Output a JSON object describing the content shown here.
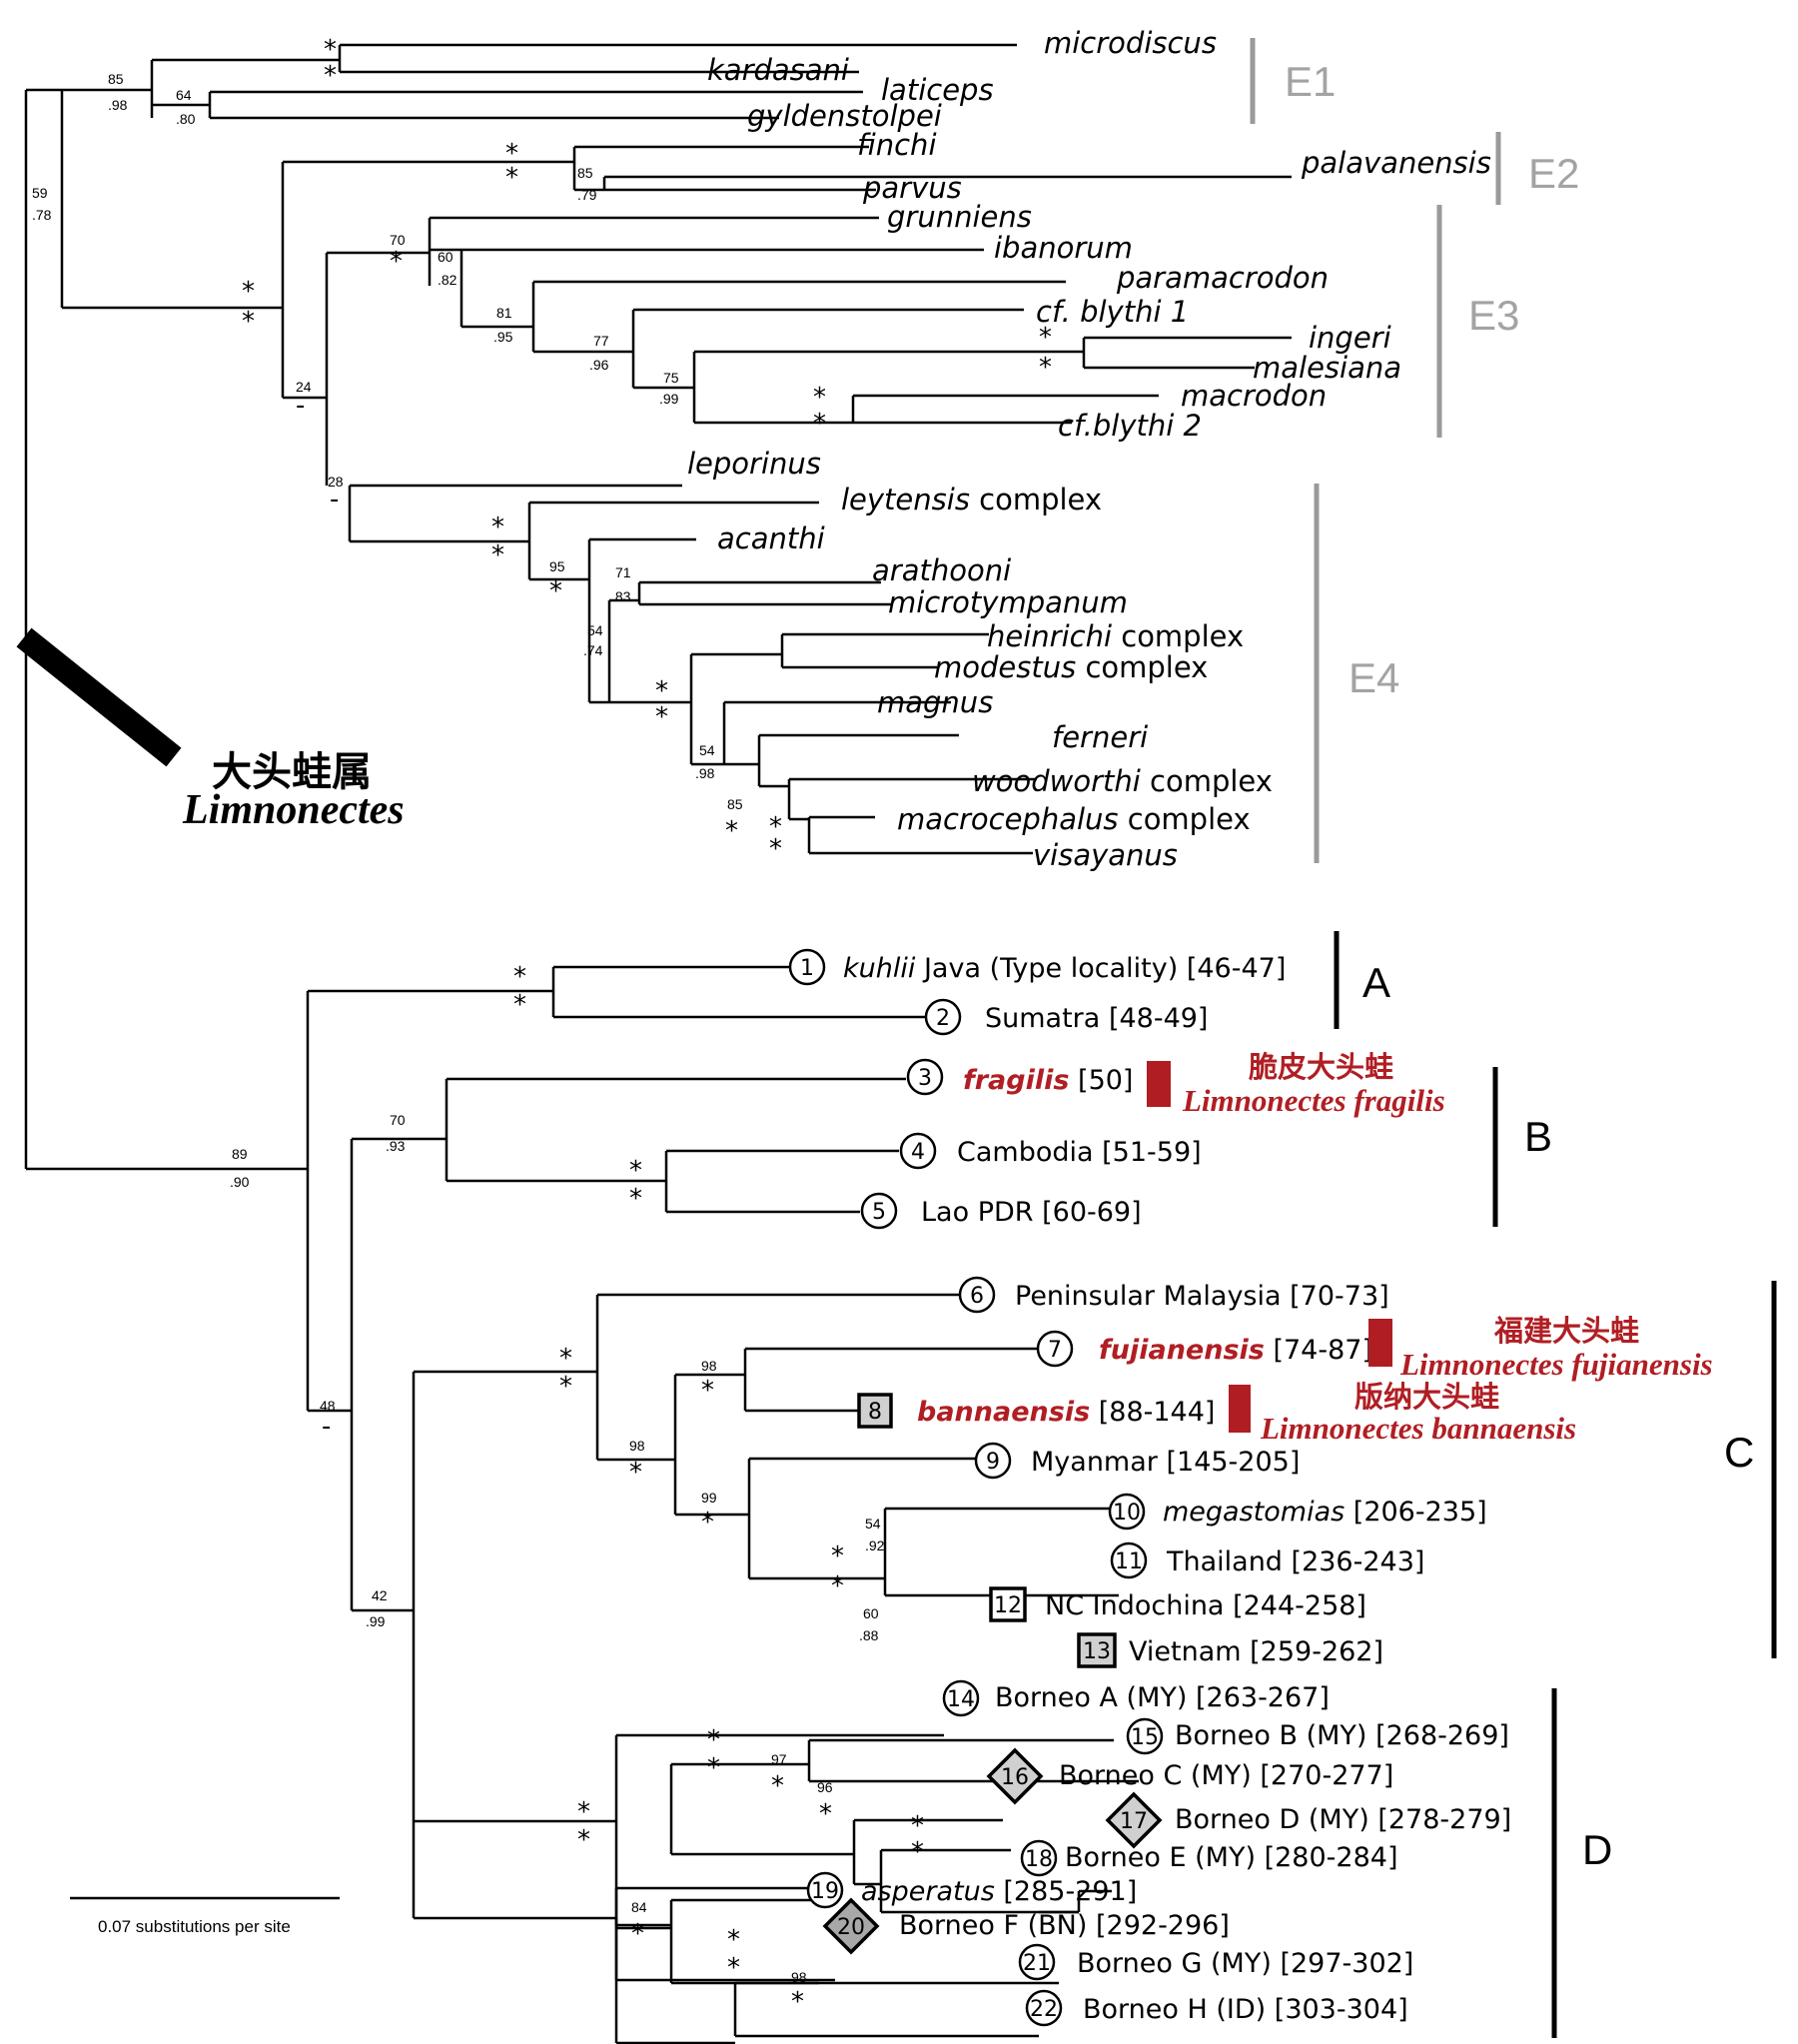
{
  "colors": {
    "line": "#000000",
    "clade_bar": "#9a9a9a",
    "clade_label": "#a3a3a3",
    "highlight": "#b01e23",
    "node_fill": "#d0d0d0"
  },
  "scale_label": "0.07 substitutions per site",
  "genus": {
    "cn": "大头蛙属",
    "latin": "Limnonectes"
  },
  "support": {
    "s85a": "85",
    "s98a": ".98",
    "s64": "64",
    "s80": ".80",
    "s59": "59",
    "s78": ".78",
    "s85b": "85",
    "s79": ".79",
    "s70a": "70",
    "s60a": "60",
    "s82": ".82",
    "s81": "81",
    "s95a": ".95",
    "s77": "77",
    "s96": ".96",
    "s75": "75",
    "s99a": ".99",
    "s24": "24",
    "s28": "28",
    "s95b": "95",
    "s71": "71",
    "s83": ".83",
    "s54a": "54",
    "s74": ".74",
    "s54b": "54",
    "s98b": ".98",
    "s85c": "85",
    "s89": "89",
    "s90": ".90",
    "s70b": "70",
    "s93": ".93",
    "s48": "48",
    "s98c": "98",
    "s98d": "98",
    "s99b": "99",
    "s54c": "54",
    "s92": ".92",
    "s60b": "60",
    "s88": ".88",
    "s42": "42",
    "s99c": ".99",
    "s97": "97",
    "s96b": "96",
    "s84": "84",
    "s98e": "98",
    "dash": "-",
    "star": "*"
  },
  "east_taxa": {
    "microdiscus": "microdiscus",
    "kardasani": "kardasani",
    "laticeps": "laticeps",
    "gyldenstolpei": "gyldenstolpei",
    "finchi": "finchi",
    "palavanensis": "palavanensis",
    "parvus": "parvus",
    "grunniens": "grunniens",
    "ibanorum": "ibanorum",
    "paramacrodon": "paramacrodon",
    "cfblythi1": "cf. blythi 1",
    "ingeri": "ingeri",
    "malesiana": "malesiana",
    "macrodon": "macrodon",
    "cfblythi2": "cf.blythi 2",
    "leporinus": "leporinus",
    "leytensis": "leytensis",
    "acanthi": "acanthi",
    "arathooni": "arathooni",
    "microtympanum": "microtympanum",
    "heinrichi": "heinrichi",
    "modestus": "modestus",
    "magnus": "magnus",
    "ferneri": "ferneri",
    "woodworthi": "woodworthi",
    "macrocephalus": "macrocephalus",
    "visayanus": "visayanus",
    "complex": "complex"
  },
  "clades_east": {
    "E1": "E1",
    "E2": "E2",
    "E3": "E3",
    "E4": "E4"
  },
  "kuhlii": {
    "n1": "1",
    "l1a": "kuhlii",
    "l1b": "Java (Type locality)",
    "r1": "[46-47]",
    "n2": "2",
    "l2": "Sumatra",
    "r2": "[48-49]",
    "n3": "3",
    "l3": "fragilis",
    "r3": "[50]",
    "n4": "4",
    "l4": "Cambodia",
    "r4": "[51-59]",
    "n5": "5",
    "l5": "Lao PDR",
    "r5": "[60-69]",
    "n6": "6",
    "l6": "Peninsular Malaysia",
    "r6": "[70-73]",
    "n7": "7",
    "l7": "fujianensis",
    "r7": "[74-87]",
    "n8": "8",
    "l8": "bannaensis",
    "r8": "[88-144]",
    "n9": "9",
    "l9": "Myanmar",
    "r9": "[145-205]",
    "n10": "10",
    "l10": "megastomias",
    "r10": "[206-235]",
    "n11": "11",
    "l11": "Thailand",
    "r11": "[236-243]",
    "n12": "12",
    "l12": "NC Indochina",
    "r12": "[244-258]",
    "n13": "13",
    "l13": "Vietnam",
    "r13": "[259-262]",
    "n14": "14",
    "l14": "Borneo A (MY)",
    "r14": "[263-267]",
    "n15": "15",
    "l15": "Borneo B (MY)",
    "r15": "[268-269]",
    "n16": "16",
    "l16": "Borneo C (MY)",
    "r16": "[270-277]",
    "n17": "17",
    "l17": "Borneo D (MY)",
    "r17": "[278-279]",
    "n18": "18",
    "l18": "Borneo E (MY)",
    "r18": "[280-284]",
    "n19": "19",
    "l19": "asperatus",
    "r19": "[285-291]",
    "n20": "20",
    "l20": "Borneo F (BN)",
    "r20": "[292-296]",
    "n21": "21",
    "l21": "Borneo G (MY)",
    "r21": "[297-302]",
    "n22": "22",
    "l22": "Borneo H (ID)",
    "r22": "[303-304]"
  },
  "clades_west": {
    "A": "A",
    "B": "B",
    "C": "C",
    "D": "D"
  },
  "highlights": {
    "fragilis_cn": "脆皮大头蛙",
    "fragilis_latin": "Limnonectes fragilis",
    "fujianensis_cn": "福建大头蛙",
    "fujianensis_latin": "Limnonectes fujianensis",
    "bannaensis_cn": "版纳大头蛙",
    "bannaensis_latin": "Limnonectes bannaensis"
  }
}
